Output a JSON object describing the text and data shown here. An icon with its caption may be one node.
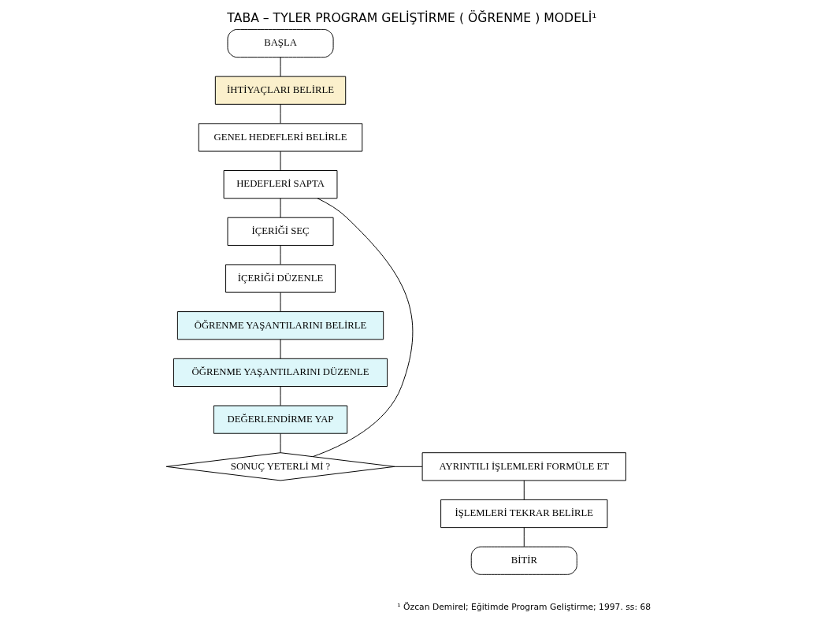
{
  "diagram": {
    "title": "TABA – TYLER PROGRAM GELİŞTİRME ( ÖĞRENME ) MODELİ¹",
    "nodes": [
      {
        "text": [
          "BAŞLA"
        ]
      },
      {
        "text": [
          "İHTİYAÇLARI BELİRLE"
        ]
      },
      {
        "text": [
          "GENEL HEDEFLERİ BELİRLE"
        ]
      },
      {
        "text": [
          "HEDEFLERİ SAPTA"
        ]
      },
      {
        "text": [
          "İÇERİĞİ SEÇ"
        ]
      },
      {
        "text": [
          "İÇERİĞİ DÜZENLE"
        ]
      },
      {
        "text": [
          "ÖĞRENME YAŞANTILARINI BELİRLE"
        ]
      },
      {
        "text": [
          "ÖĞRENME YAŞANTILARINI DÜZENLE"
        ]
      },
      {
        "text": [
          "DEĞERLENDİRME YAP"
        ]
      },
      {
        "text": [
          "SONUÇ YETERLİ Mİ ?"
        ]
      },
      {
        "text": [
          "AYRINTILI İŞLEMLERİ FORMÜLE ET"
        ]
      },
      {
        "text": [
          "İŞLEMLERİ TEKRAR BELİRLE"
        ]
      },
      {
        "text": [
          "BİTİR"
        ]
      }
    ],
    "edges": [
      {
        "from": 0,
        "to": 1,
        "arrow": "none"
      },
      {
        "from": 1,
        "to": 2,
        "arrow": "none"
      },
      {
        "from": 2,
        "to": 3,
        "arrow": "none"
      },
      {
        "from": 3,
        "to": 4,
        "arrow": "none"
      },
      {
        "from": 4,
        "to": 5,
        "arrow": "none"
      },
      {
        "from": 5,
        "to": 6,
        "arrow": "none"
      },
      {
        "from": 6,
        "to": 7,
        "arrow": "none"
      },
      {
        "from": 7,
        "to": 8,
        "arrow": "none"
      },
      {
        "from": 8,
        "to": 9,
        "arrow": "none"
      },
      {
        "from": 9,
        "to": 10,
        "arrow": "none"
      },
      {
        "from": 10,
        "to": 11,
        "arrow": "none"
      },
      {
        "from": 11,
        "to": 12,
        "arrow": "none"
      },
      {
        "from": 9,
        "to": 3,
        "arrow": "none"
      }
    ],
    "labels": [
      "¹ Özcan Demirel; Eğitimde Program Geliştirme; 1997. ss: 68"
    ]
  }
}
